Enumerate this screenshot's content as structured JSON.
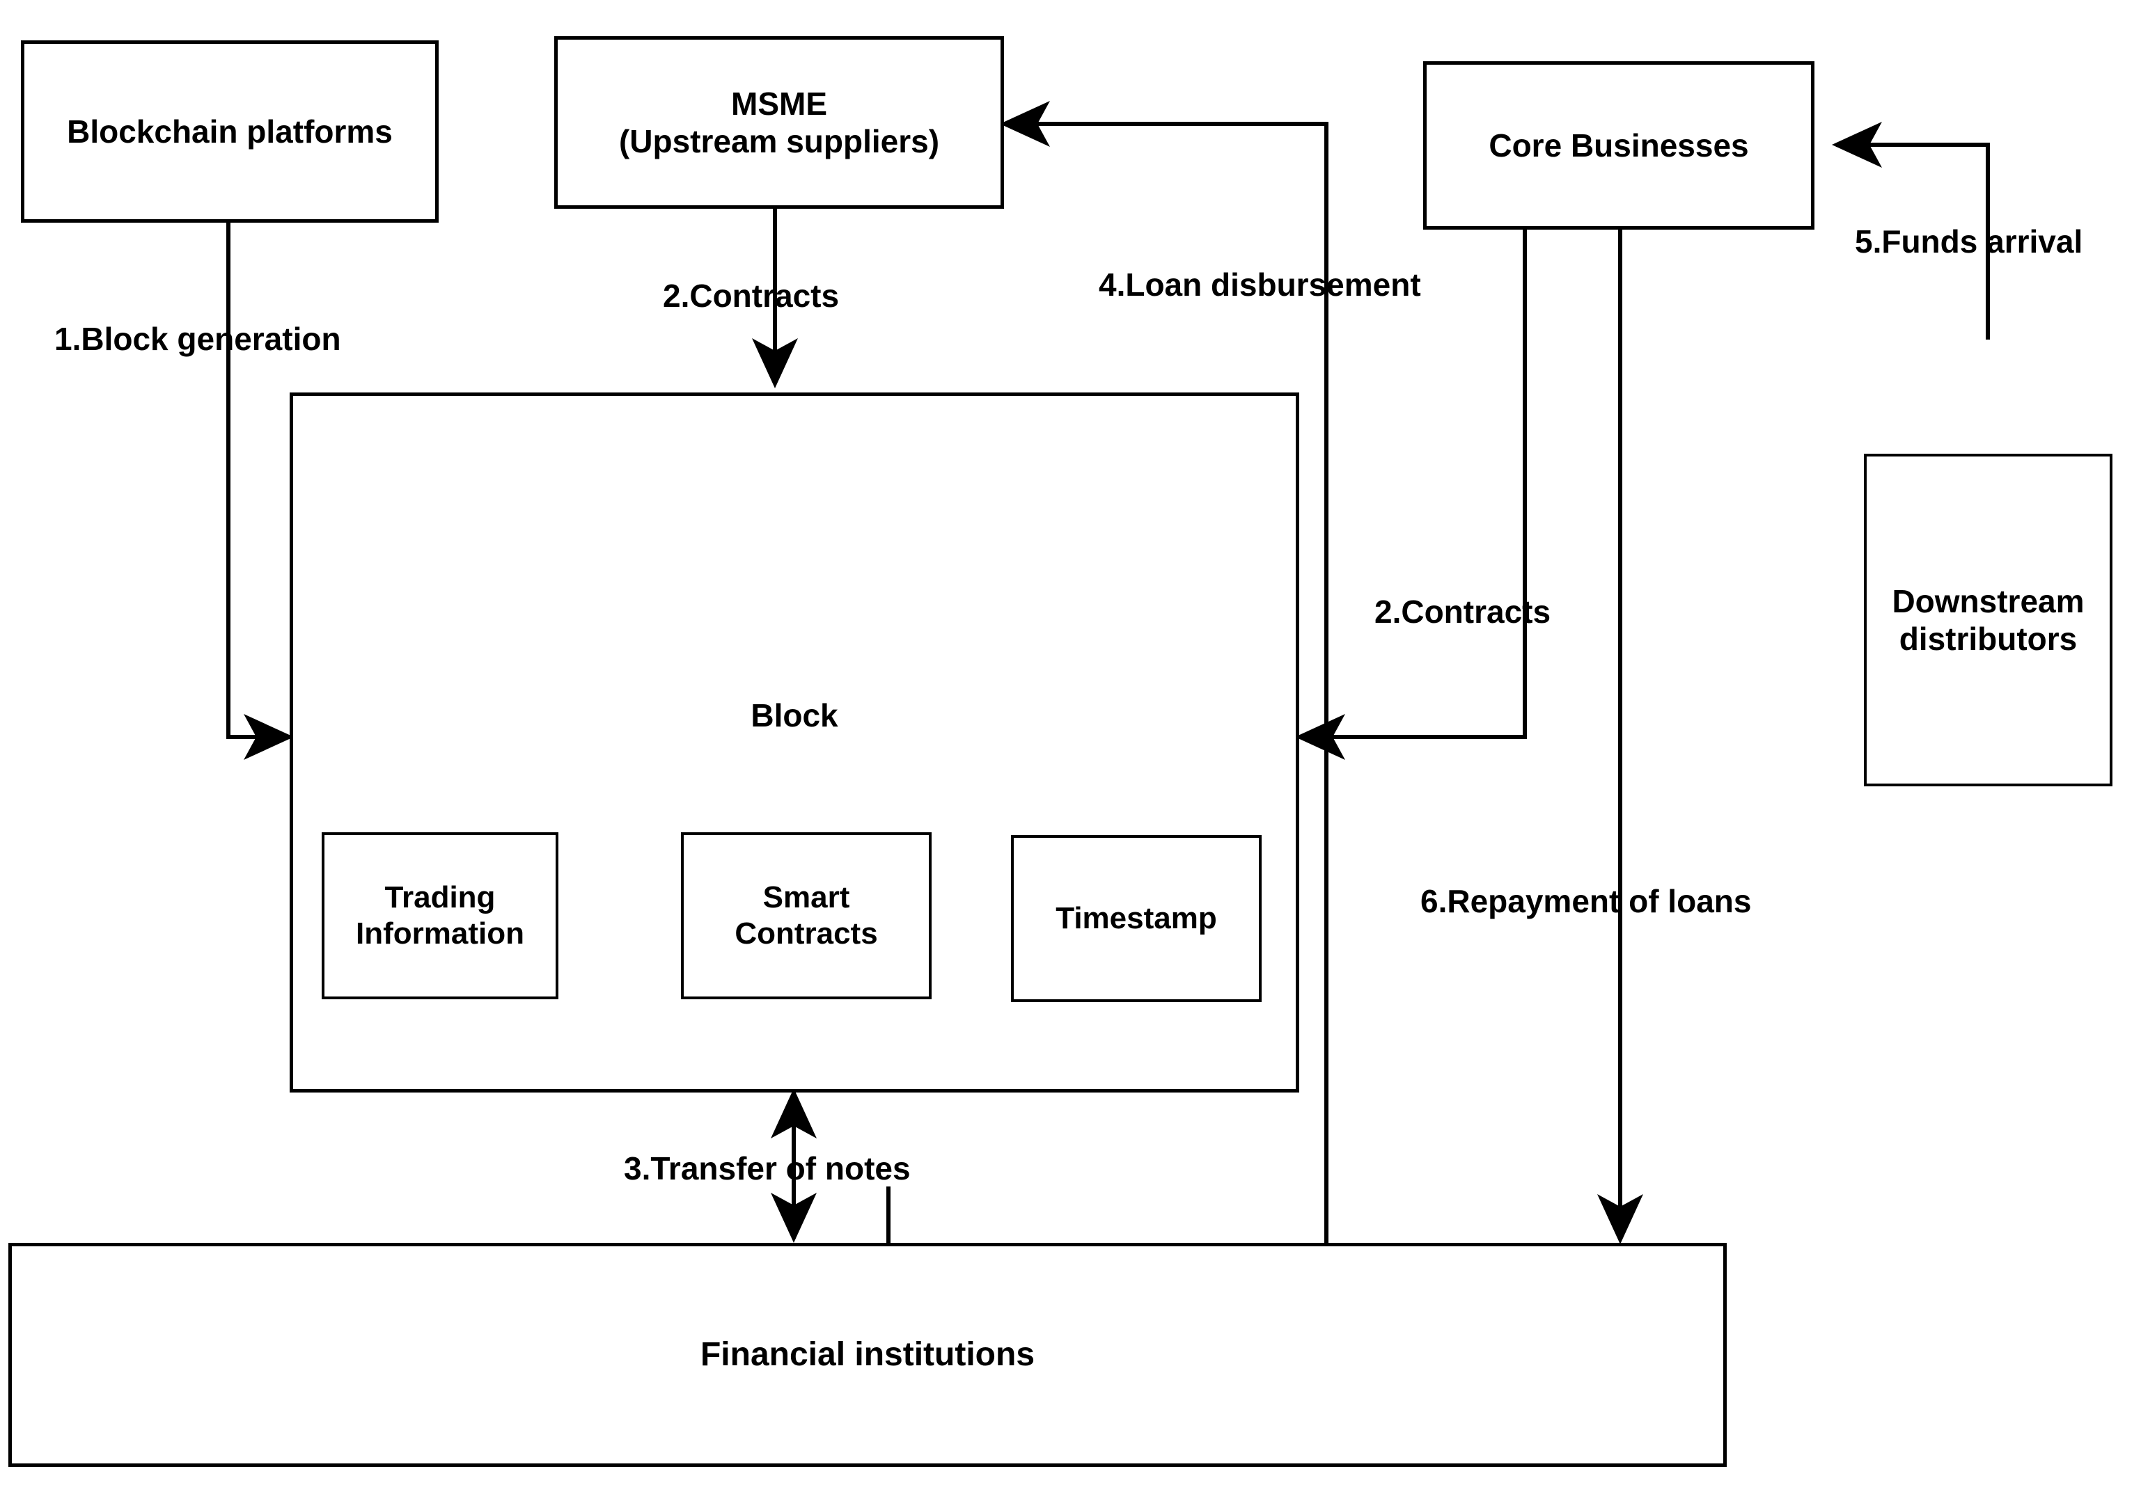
{
  "diagram": {
    "title": "Blockchain-based supply chain finance flow",
    "background_color": "#ffffff",
    "line_color": "#000000"
  },
  "nodes": {
    "blockchain_platforms": {
      "label": "Blockchain platforms"
    },
    "msme": {
      "label": "MSME\n(Upstream suppliers)"
    },
    "core_businesses": {
      "label": "Core Businesses"
    },
    "downstream_distributors": {
      "label": "Downstream\ndistributors"
    },
    "block_container": {
      "label": "Block"
    },
    "trading_information": {
      "label": "Trading\nInformation"
    },
    "smart_contracts": {
      "label": "Smart\nContracts"
    },
    "timestamp": {
      "label": "Timestamp"
    },
    "financial_institutions": {
      "label": "Financial institutions"
    }
  },
  "flow_labels": {
    "step1": "1.Block generation",
    "step2_msme": "2.Contracts",
    "step2_core": "2.Contracts",
    "step3": "3.Transfer of notes",
    "step4": "4.Loan disbursement",
    "step5": "5.Funds arrival",
    "step6": "6.Repayment of loans"
  }
}
